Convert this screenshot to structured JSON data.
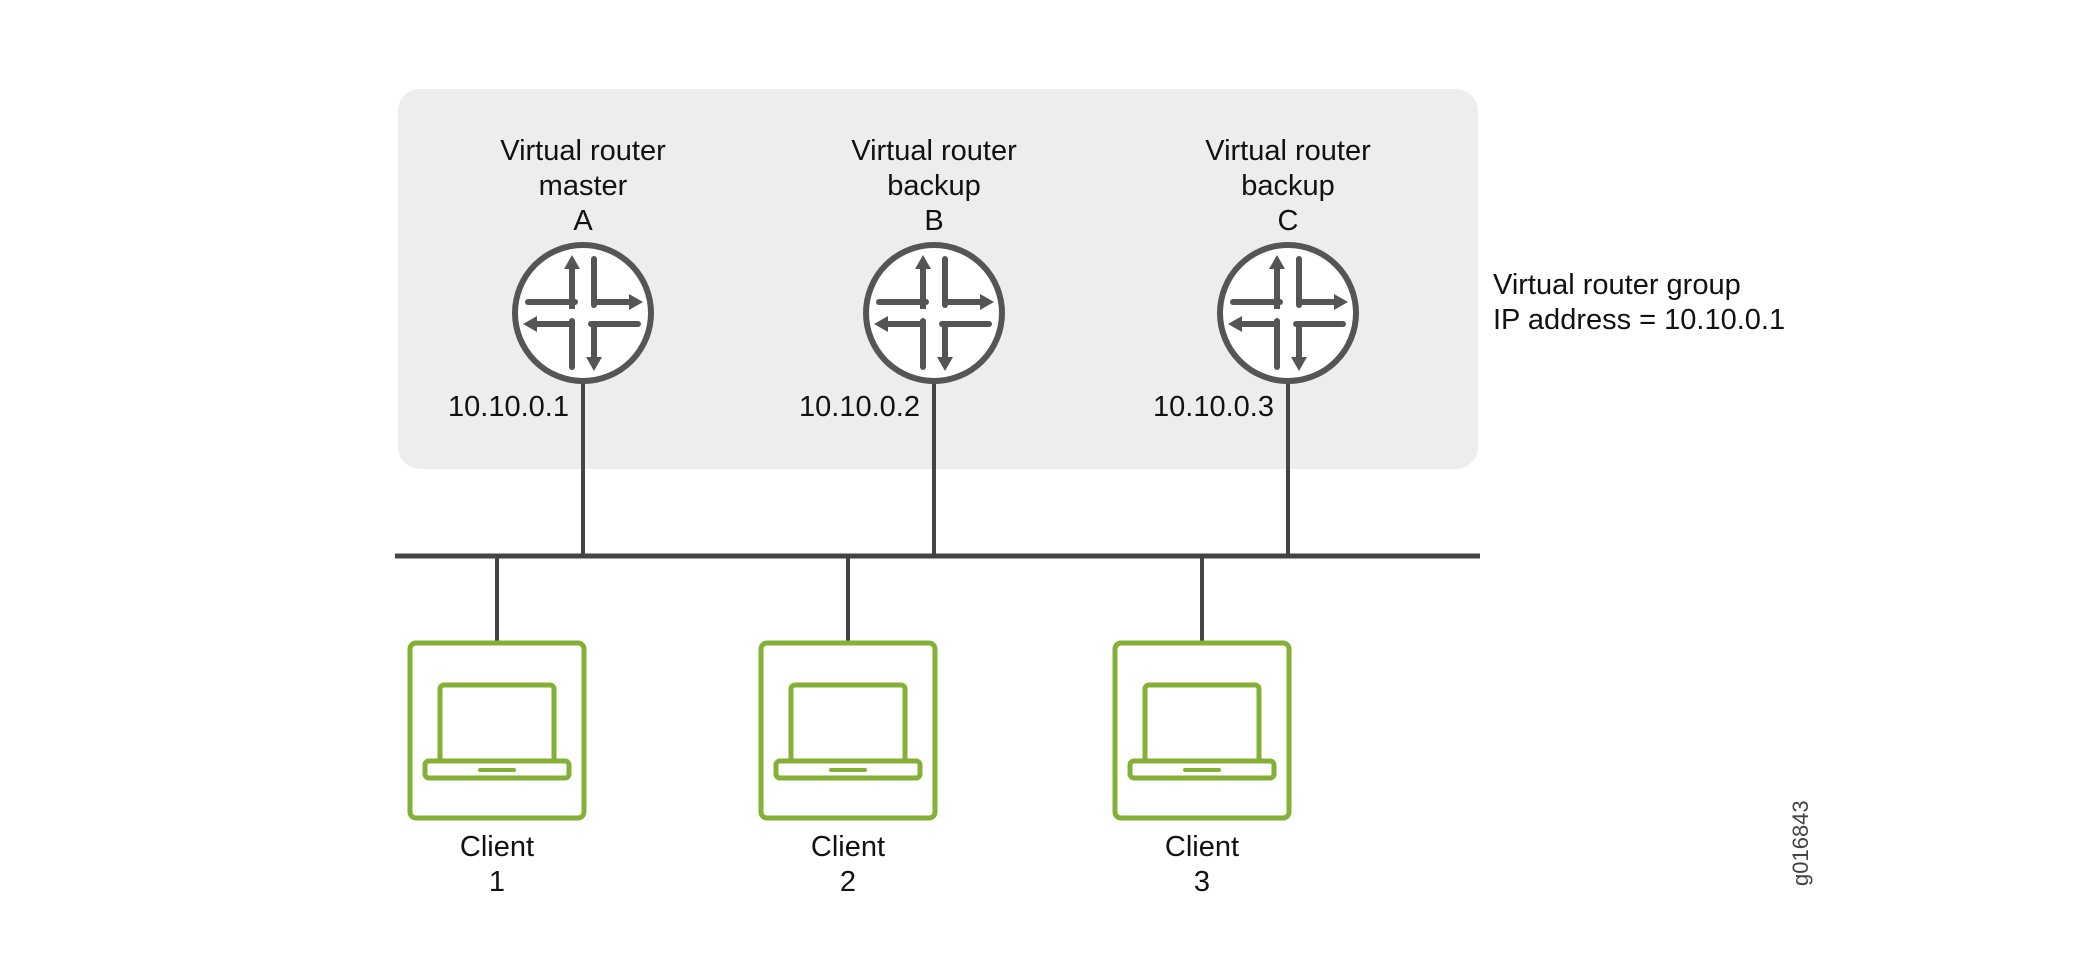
{
  "diagram": {
    "type": "VRRP virtual router group topology",
    "colors": {
      "group_background": "#ededed",
      "line": "#444444",
      "router_stroke": "#555555",
      "client_green": "#84b135",
      "text": "#111111"
    },
    "group_label": {
      "line1": "Virtual router group",
      "line2": "IP address = 10.10.0.1"
    },
    "routers": [
      {
        "line1": "Virtual router",
        "line2": "master",
        "id": "A",
        "ip": "10.10.0.1",
        "icon": "router-icon"
      },
      {
        "line1": "Virtual router",
        "line2": "backup",
        "id": "B",
        "ip": "10.10.0.2",
        "icon": "router-icon"
      },
      {
        "line1": "Virtual router",
        "line2": "backup",
        "id": "C",
        "ip": "10.10.0.3",
        "icon": "router-icon"
      }
    ],
    "clients": [
      {
        "line1": "Client",
        "line2": "1",
        "icon": "laptop-icon"
      },
      {
        "line1": "Client",
        "line2": "2",
        "icon": "laptop-icon"
      },
      {
        "line1": "Client",
        "line2": "3",
        "icon": "laptop-icon"
      }
    ],
    "figure_id": "g016843"
  }
}
